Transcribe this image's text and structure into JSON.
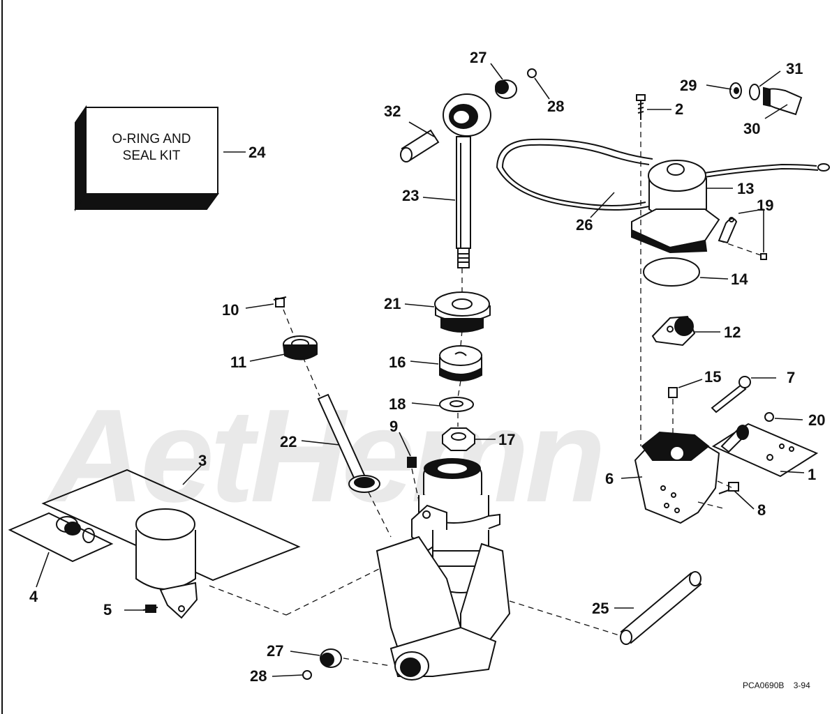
{
  "kit": {
    "line1": "O-RING AND",
    "line2": "SEAL KIT"
  },
  "watermark": "AetHemn",
  "code": {
    "id": "PCA0690B",
    "date": "3-94"
  },
  "labels": {
    "l1": "1",
    "l2": "2",
    "l3": "3",
    "l4": "4",
    "l5": "5",
    "l6": "6",
    "l7": "7",
    "l8": "8",
    "l9": "9",
    "l10": "10",
    "l11": "11",
    "l12": "12",
    "l13": "13",
    "l14": "14",
    "l15": "15",
    "l16": "16",
    "l17": "17",
    "l18": "18",
    "l19": "19",
    "l20": "20",
    "l21": "21",
    "l22": "22",
    "l23": "23",
    "l24": "24",
    "l25": "25",
    "l26": "26",
    "l27a": "27",
    "l27b": "27",
    "l28a": "28",
    "l28b": "28",
    "l29": "29",
    "l30": "30",
    "l31": "31",
    "l32": "32"
  }
}
